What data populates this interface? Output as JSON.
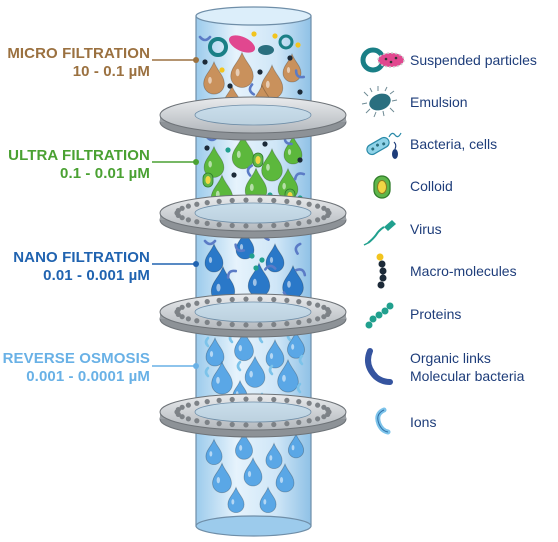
{
  "stages": [
    {
      "id": "micro",
      "name": "MICRO FILTRATION",
      "range": "10 - 0.1 µM",
      "color": "#9b7140"
    },
    {
      "id": "ultra",
      "name": "ULTRA FILTRATION",
      "range": "0.1 - 0.01 µM",
      "color": "#4aa132"
    },
    {
      "id": "nano",
      "name": "NANO FILTRATION",
      "range": "0.01 - 0.001 µM",
      "color": "#2063b0"
    },
    {
      "id": "reverse",
      "name": "REVERSE OSMOSIS",
      "range": "0.001 - 0.0001 µM",
      "color": "#69b1e6"
    }
  ],
  "legend": [
    {
      "icon": "suspended-particles-icon",
      "label": "Suspended particles"
    },
    {
      "icon": "emulsion-icon",
      "label": "Emulsion"
    },
    {
      "icon": "bacteria-cells-icon",
      "label": "Bacteria, cells"
    },
    {
      "icon": "colloid-icon",
      "label": "Colloid"
    },
    {
      "icon": "virus-icon",
      "label": "Virus"
    },
    {
      "icon": "macro-molecules-icon",
      "label": "Macro-molecules"
    },
    {
      "icon": "proteins-icon",
      "label": "Proteins"
    },
    {
      "icon": "organic-links-icon",
      "label": "Organic links",
      "label2": "Molecular bacteria"
    },
    {
      "icon": "ions-icon",
      "label": "Ions"
    }
  ],
  "colors": {
    "text_dark": "#1e3d7a",
    "water": "#b9dcf3",
    "plate": "#a9aeb3",
    "plate_edge": "#6e7378",
    "drop_brown": "#c9915c",
    "drop_green": "#5cb83c",
    "drop_blue": "#2a78c8",
    "drop_light": "#5aa7e6"
  }
}
